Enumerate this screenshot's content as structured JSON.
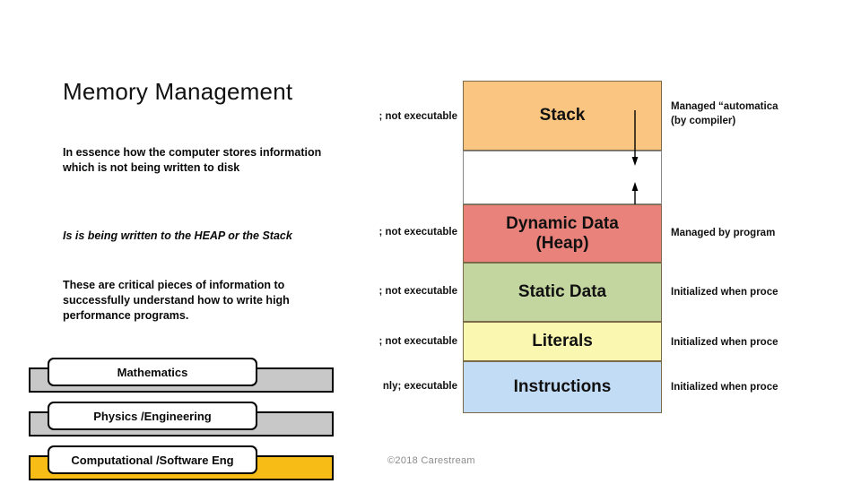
{
  "slide": {
    "title": "Memory Management",
    "paragraphs": [
      "In essence how the computer stores information which is not being written to disk",
      "Is is being written to the HEAP or the Stack",
      "These are critical pieces of information to successfully understand how to write high performance programs."
    ],
    "copyright": "©2018 Carestream"
  },
  "bars": [
    {
      "label": "Mathematics",
      "fill_color": "#c8c8c8"
    },
    {
      "label": "Physics /Engineering",
      "fill_color": "#c8c8c8"
    },
    {
      "label": "Computational /Software Eng",
      "fill_color": "#f7bd16"
    }
  ],
  "memory_diagram": {
    "blocks": [
      {
        "name": "stack",
        "title": "Stack",
        "subtitle": "",
        "color": "#fac580",
        "left_label": "; not executable",
        "right_label_line1": "Managed “automatica",
        "right_label_line2": "(by compiler)"
      },
      {
        "name": "gap",
        "title": "",
        "subtitle": "",
        "color": "#ffffff",
        "left_label": "",
        "right_label_line1": "",
        "right_label_line2": ""
      },
      {
        "name": "heap",
        "title": "Dynamic Data",
        "subtitle": "(Heap)",
        "color": "#e8827a",
        "left_label": "; not executable",
        "right_label_line1": "Managed by program",
        "right_label_line2": ""
      },
      {
        "name": "static-data",
        "title": "Static Data",
        "subtitle": "",
        "color": "#c4d6a0",
        "left_label": "; not executable",
        "right_label_line1": "Initialized when proce",
        "right_label_line2": ""
      },
      {
        "name": "literals",
        "title": "Literals",
        "subtitle": "",
        "color": "#f9f7b0",
        "left_label": "; not executable",
        "right_label_line1": "Initialized when proce",
        "right_label_line2": ""
      },
      {
        "name": "instructions",
        "title": "Instructions",
        "subtitle": "",
        "color": "#c2dcf5",
        "left_label": "nly; executable",
        "right_label_line1": "Initialized when proce",
        "right_label_line2": ""
      }
    ],
    "arrows": [
      {
        "name": "stack-grows-down",
        "direction": "down"
      },
      {
        "name": "heap-grows-up",
        "direction": "up"
      }
    ]
  }
}
